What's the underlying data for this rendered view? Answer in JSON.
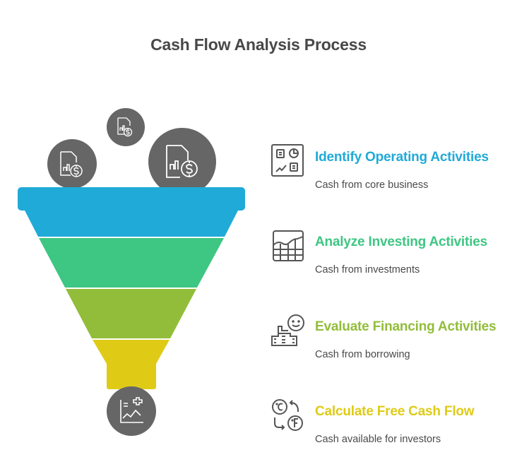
{
  "title": "Cash Flow Analysis Process",
  "colors": {
    "title": "#484848",
    "stage1": "#20aad8",
    "stage2": "#3ec683",
    "stage3": "#92bd3a",
    "stage4": "#dfcb16",
    "icon_circle": "#666666",
    "description": "#4a4a4a"
  },
  "input_icons": [
    {
      "name": "financial-report-dollar-icon",
      "size": "small"
    },
    {
      "name": "financial-report-dollar-icon",
      "size": "medium"
    },
    {
      "name": "financial-report-dollar-icon",
      "size": "large"
    }
  ],
  "output_icon": {
    "name": "chart-plus-icon"
  },
  "steps": [
    {
      "icon": "dashboard-report-icon",
      "label": "Identify Operating Activities",
      "description": "Cash from core business",
      "color": "#20aad8"
    },
    {
      "icon": "growth-grid-chart-icon",
      "label": "Analyze Investing Activities",
      "description": "Cash from investments",
      "color": "#3ec683"
    },
    {
      "icon": "building-smile-icon",
      "label": "Evaluate Financing Activities",
      "description": "Cash from borrowing",
      "color": "#92bd3a"
    },
    {
      "icon": "currency-convert-icon",
      "label": "Calculate Free Cash Flow",
      "description": "Cash available for investors",
      "color": "#dfcb16"
    }
  ]
}
